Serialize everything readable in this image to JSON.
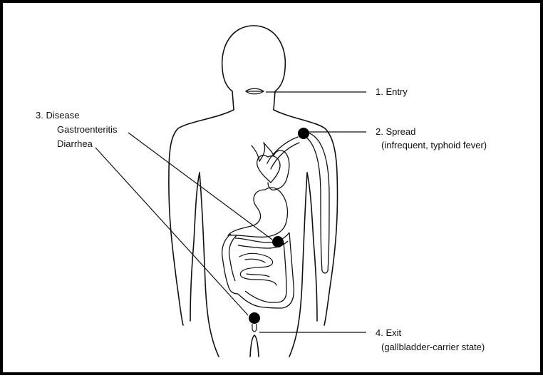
{
  "labels": {
    "entry": "1. Entry",
    "spread": "2. Spread",
    "spread_note": "(infrequent, typhoid fever)",
    "disease": "3. Disease",
    "gastroenteritis": "Gastroenteritis",
    "diarrhea": "Diarrhea",
    "exit": "4. Exit",
    "exit_note": "(gallbladder-carrier state)"
  },
  "colors": {
    "border": "#000000",
    "stroke": "#111111",
    "marker": "#000000",
    "background": "#ffffff"
  }
}
